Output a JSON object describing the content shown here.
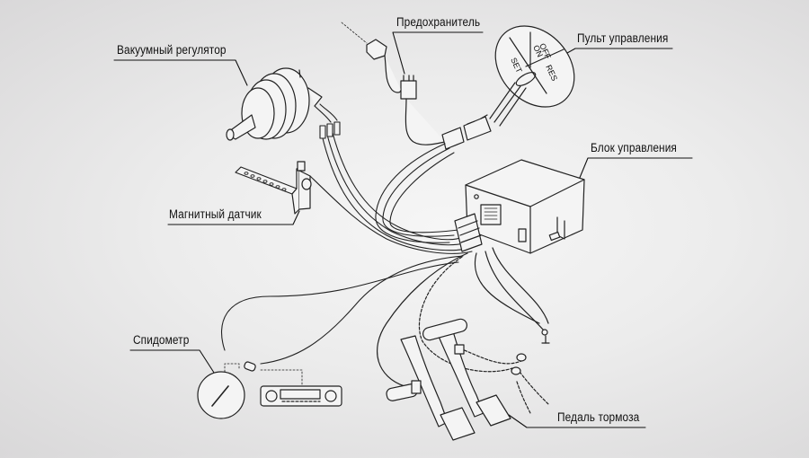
{
  "title": "Схема подключения круиз-контроля",
  "colors": {
    "background": "#ececec",
    "line": "#222222",
    "component_fill": "#f4f4f4"
  },
  "labels": {
    "vacuum_regulator": "Вакуумный регулятор",
    "fuse": "Предохранитель",
    "control_panel": "Пульт управления",
    "control_unit": "Блок управления",
    "magnetic_sensor": "Магнитный датчик",
    "speedometer": "Спидометр",
    "brake_pedal": "Педаль тормоза"
  },
  "control_panel_buttons": {
    "set": "SET",
    "on_off_line1": "ON",
    "on_off_line2": "OFF",
    "res": "RES"
  }
}
